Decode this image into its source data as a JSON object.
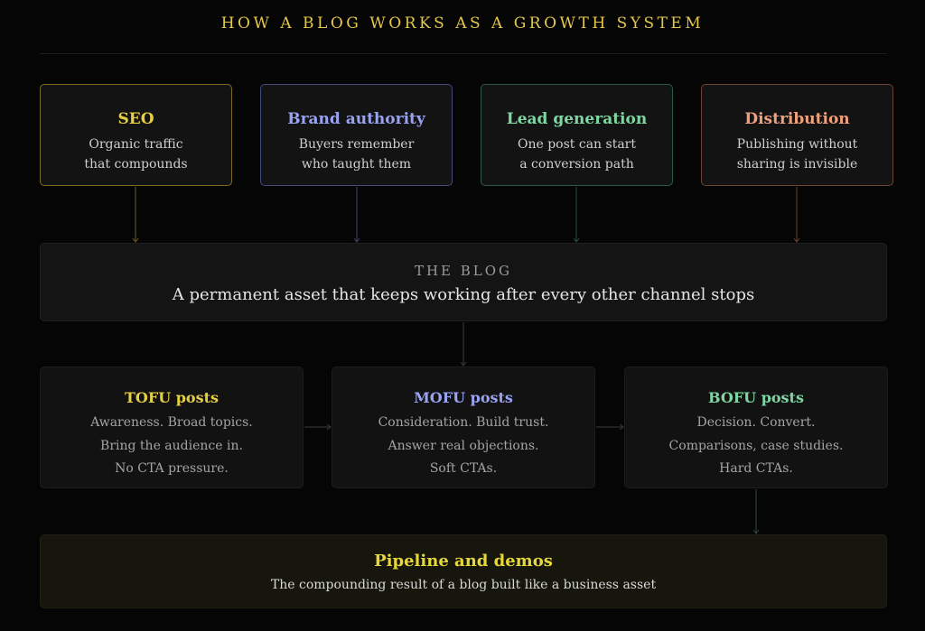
{
  "title": "HOW A BLOG WORKS AS A GROWTH SYSTEM",
  "pillars": [
    {
      "name": "SEO",
      "lines": [
        "Organic traffic",
        "that compounds"
      ],
      "color": "#e6cf45",
      "border": "#7a6a24"
    },
    {
      "name": "Brand authority",
      "lines": [
        "Buyers remember",
        "who taught them"
      ],
      "color": "#9aa3f2",
      "border": "#444a7c"
    },
    {
      "name": "Lead generation",
      "lines": [
        "One post can start",
        "a conversion path"
      ],
      "color": "#7fd6a2",
      "border": "#2d5a42"
    },
    {
      "name": "Distribution",
      "lines": [
        "Publishing without",
        "sharing is invisible"
      ],
      "color": "#f0a07c",
      "border": "#6e4430"
    }
  ],
  "blog": {
    "label": "THE BLOG",
    "text": "A permanent asset that keeps working after every other channel stops"
  },
  "stages": [
    {
      "name": "TOFU posts",
      "lines": [
        "Awareness. Broad topics.",
        "Bring the audience in.",
        "No CTA pressure."
      ],
      "color": "#e6cf45"
    },
    {
      "name": "MOFU posts",
      "lines": [
        "Consideration. Build trust.",
        "Answer real objections.",
        "Soft CTAs."
      ],
      "color": "#9aa3f2"
    },
    {
      "name": "BOFU posts",
      "lines": [
        "Decision. Convert.",
        "Comparisons, case studies.",
        "Hard CTAs."
      ],
      "color": "#7fd6a2"
    }
  ],
  "result": {
    "title": "Pipeline and demos",
    "text": "The compounding result of a blog built like a business asset"
  }
}
